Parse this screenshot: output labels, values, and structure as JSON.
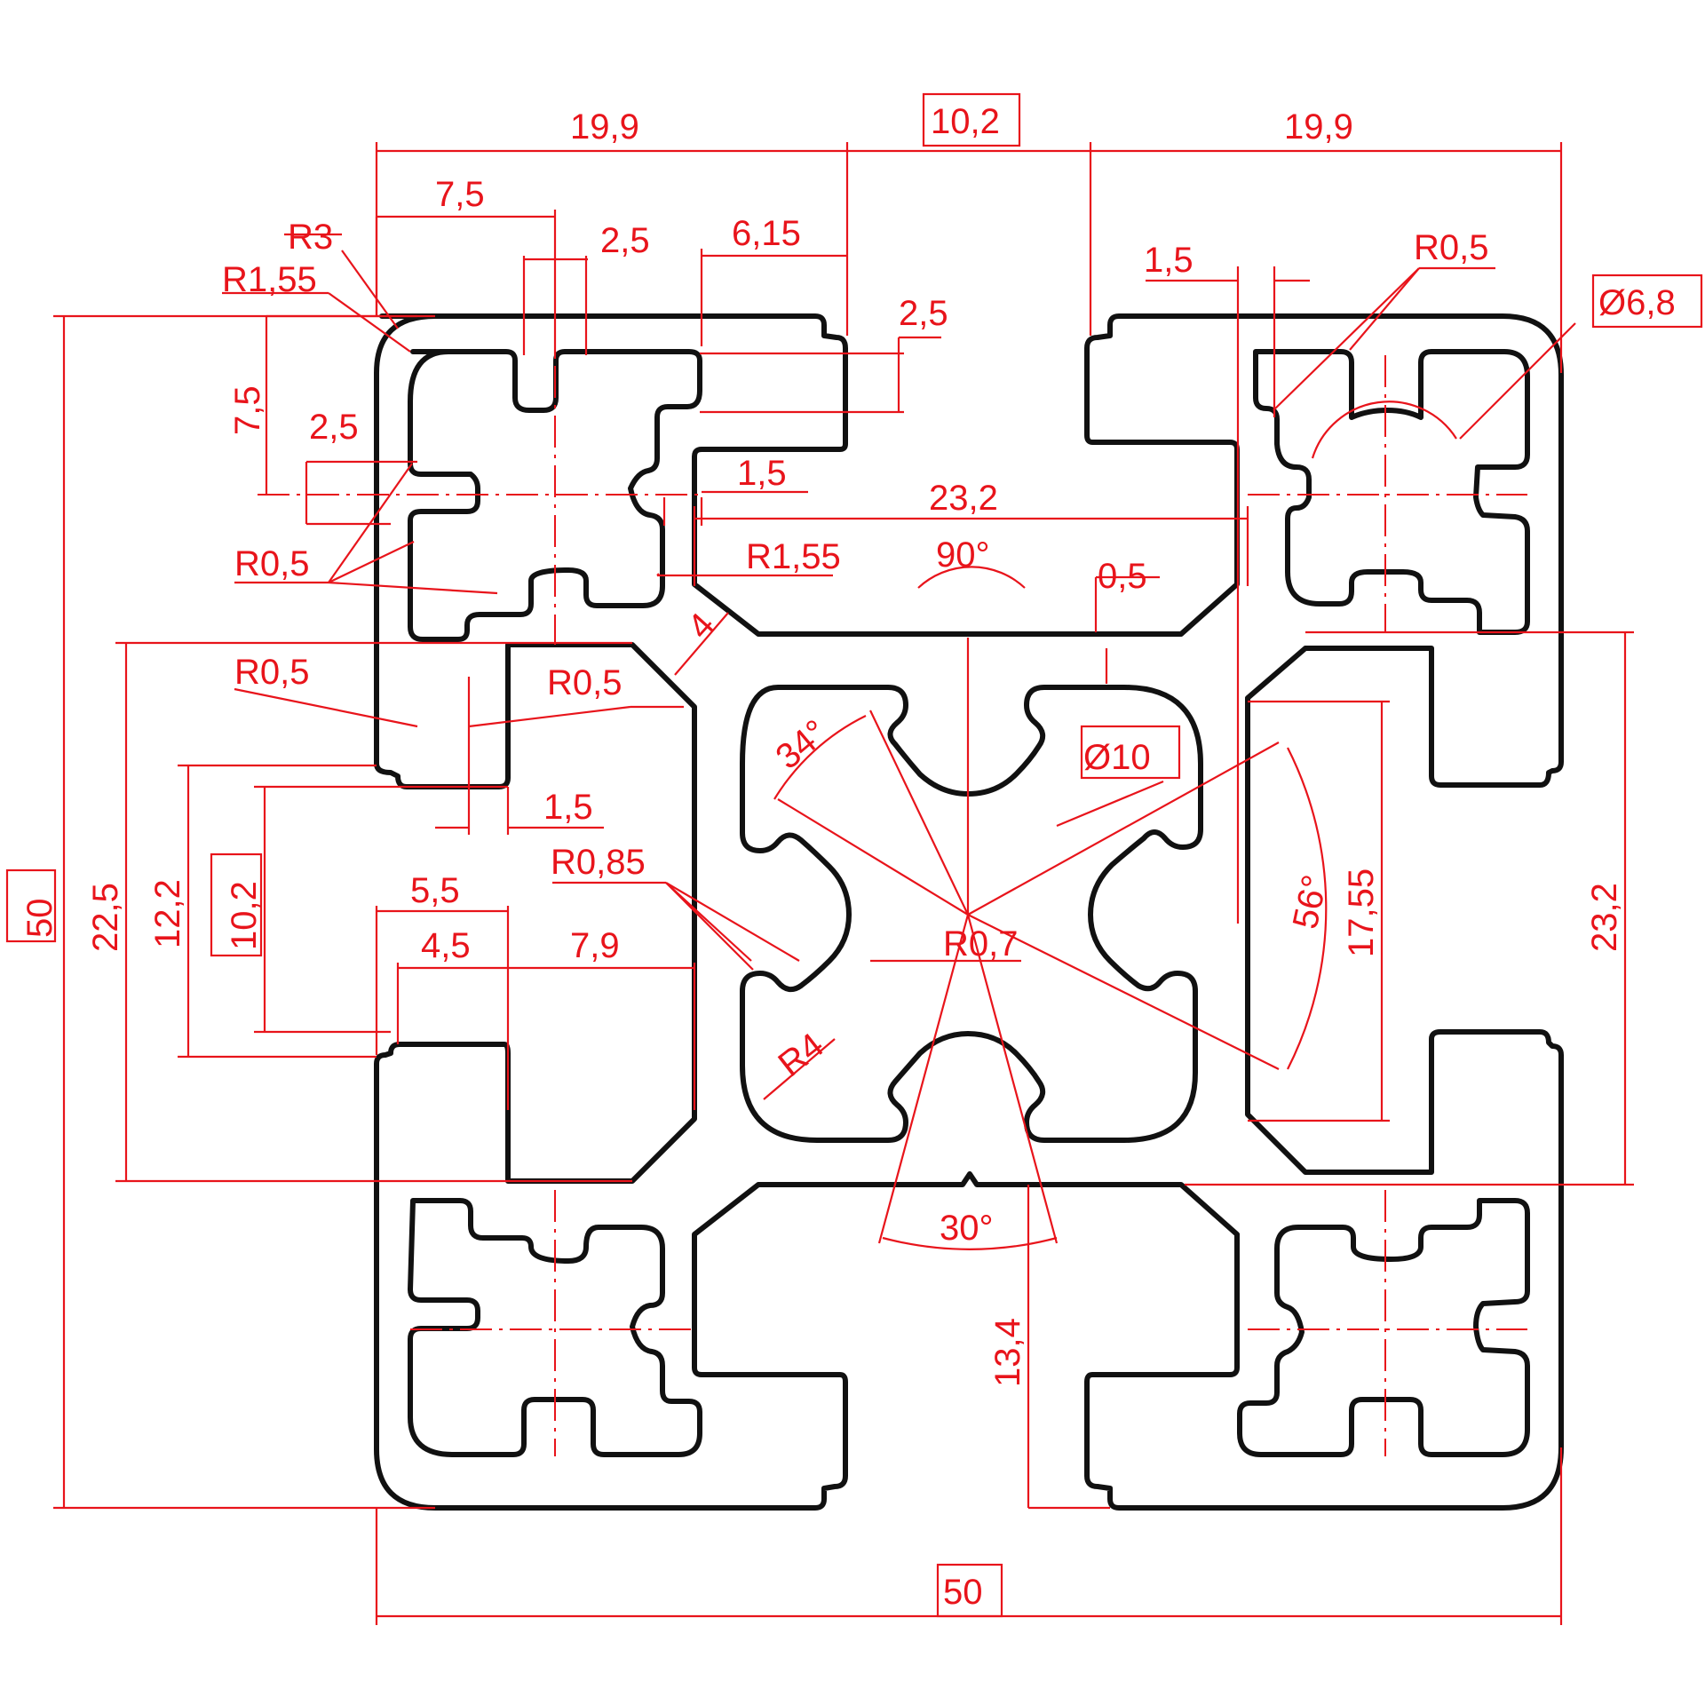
{
  "colors": {
    "profile": "#111111",
    "annotation": "#e8141b",
    "background": "#ffffff"
  },
  "dims": {
    "top_left_width": "19,9",
    "slot_width": "10,2",
    "top_right_width": "19,9",
    "left_7_5": "7,5",
    "left_2_5": "2,5",
    "left_6_15": "6,15",
    "right_2_5": "2,5",
    "left_1_5_top": "1,5",
    "right_1_5": "1,5",
    "inner_23_2": "23,2",
    "angle_90": "90°",
    "offset_0_5": "0,5",
    "r3": "R3",
    "r1_55_top": "R1,55",
    "r1_55_mid": "R1,55",
    "r0_5_left": "R0,5",
    "r0_5_right_top": "R0,5",
    "dia_6_8": "Ø6,8",
    "vert_7_5": "7,5",
    "vert_2_5": "2,5",
    "chamfer_4": "4",
    "r0_5_a": "R0,5",
    "r0_5_b": "R0,5",
    "dia_10": "Ø10",
    "angle_34": "34°",
    "h_1_5": "1,5",
    "r0_85": "R0,85",
    "w_5_5": "5,5",
    "w_4_5": "4,5",
    "w_7_9": "7,9",
    "r0_7": "R0,7",
    "r4": "R4",
    "angle_56": "56°",
    "v_17_55": "17,55",
    "v_23_2": "23,2",
    "v_50": "50",
    "v_22_5": "22,5",
    "v_12_2": "12,2",
    "v_10_2": "10,2",
    "angle_30": "30°",
    "v_13_4": "13,4",
    "bottom_50": "50"
  }
}
